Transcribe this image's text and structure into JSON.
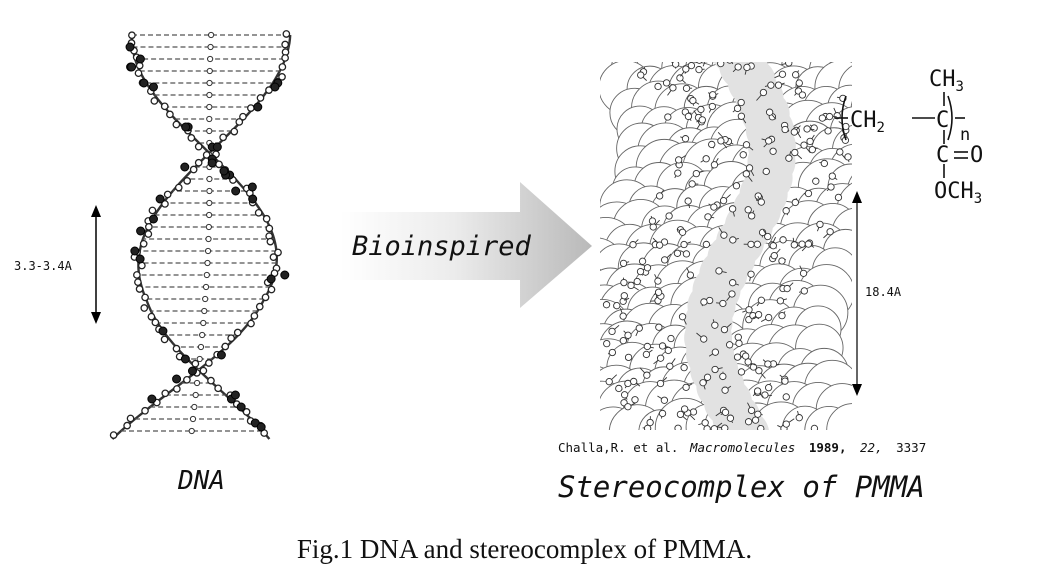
{
  "figure": {
    "caption": "Fig.1 DNA and stereocomplex of PMMA.",
    "dna": {
      "label": "DNA",
      "spacing_label": "3.3-3.4A"
    },
    "arrow": {
      "label": "Bioinspired"
    },
    "pmma": {
      "label": "Stereocomplex of PMMA",
      "spacing_label": "18.4A",
      "citation_authors": "Challa,R. et al.",
      "citation_journal": "Macromolecules",
      "citation_year": "1989,",
      "citation_volume": "22,",
      "citation_page": "3337",
      "formula": {
        "ch2": "CH",
        "ch2_sub": "2",
        "c": "C",
        "n": "n",
        "ch3_top": "CH",
        "ch3_top_sub": "3",
        "o": "O",
        "och3": "OCH",
        "och3_sub": "3"
      }
    }
  }
}
